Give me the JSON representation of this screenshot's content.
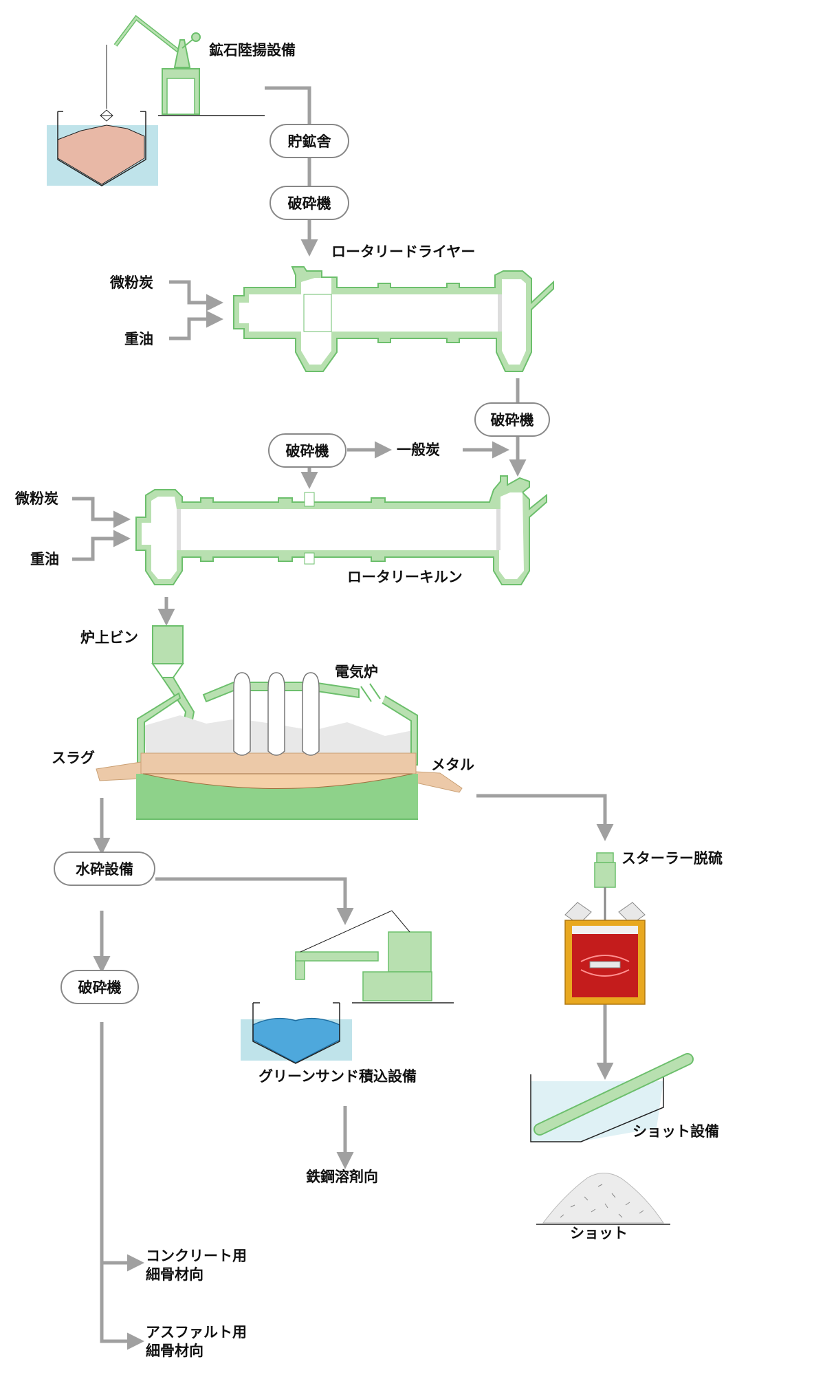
{
  "labels": {
    "ore_unloading": "鉱石陸揚設備",
    "ore_storage": "貯鉱舎",
    "crusher_1": "破砕機",
    "rotary_dryer": "ロータリードライヤー",
    "fine_coal_1": "微粉炭",
    "heavy_oil_1": "重油",
    "crusher_2": "破砕機",
    "crusher_3": "破砕機",
    "general_coal": "一般炭",
    "fine_coal_2": "微粉炭",
    "heavy_oil_2": "重油",
    "rotary_kiln": "ロータリーキルン",
    "furnace_bin": "炉上ビン",
    "electric_furnace": "電気炉",
    "slag": "スラグ",
    "metal": "メタル",
    "water_granulation": "水砕設備",
    "stirrer_desulf": "スターラー脱硫",
    "crusher_4": "破砕機",
    "greensand_loading": "グリーンサンド積込設備",
    "steel_flux": "鉄鋼溶剤向",
    "shot_equipment": "ショット設備",
    "shot": "ショット",
    "concrete_line1": "コンクリート用",
    "concrete_line2": "細骨材向",
    "asphalt_line1": "アスファルト用",
    "asphalt_line2": "細骨材向"
  },
  "colors": {
    "equipment_fill": "#b8e0b0",
    "equipment_stroke": "#6cbf6c",
    "arrow": "#a0a0a0",
    "water": "#bfe3ea",
    "ore": "#e8b8a6",
    "greensand": "#4ea8dc",
    "slag": "#ecc9a8",
    "metal_red": "#c41c1c",
    "ladle_gold": "#e8a820"
  }
}
